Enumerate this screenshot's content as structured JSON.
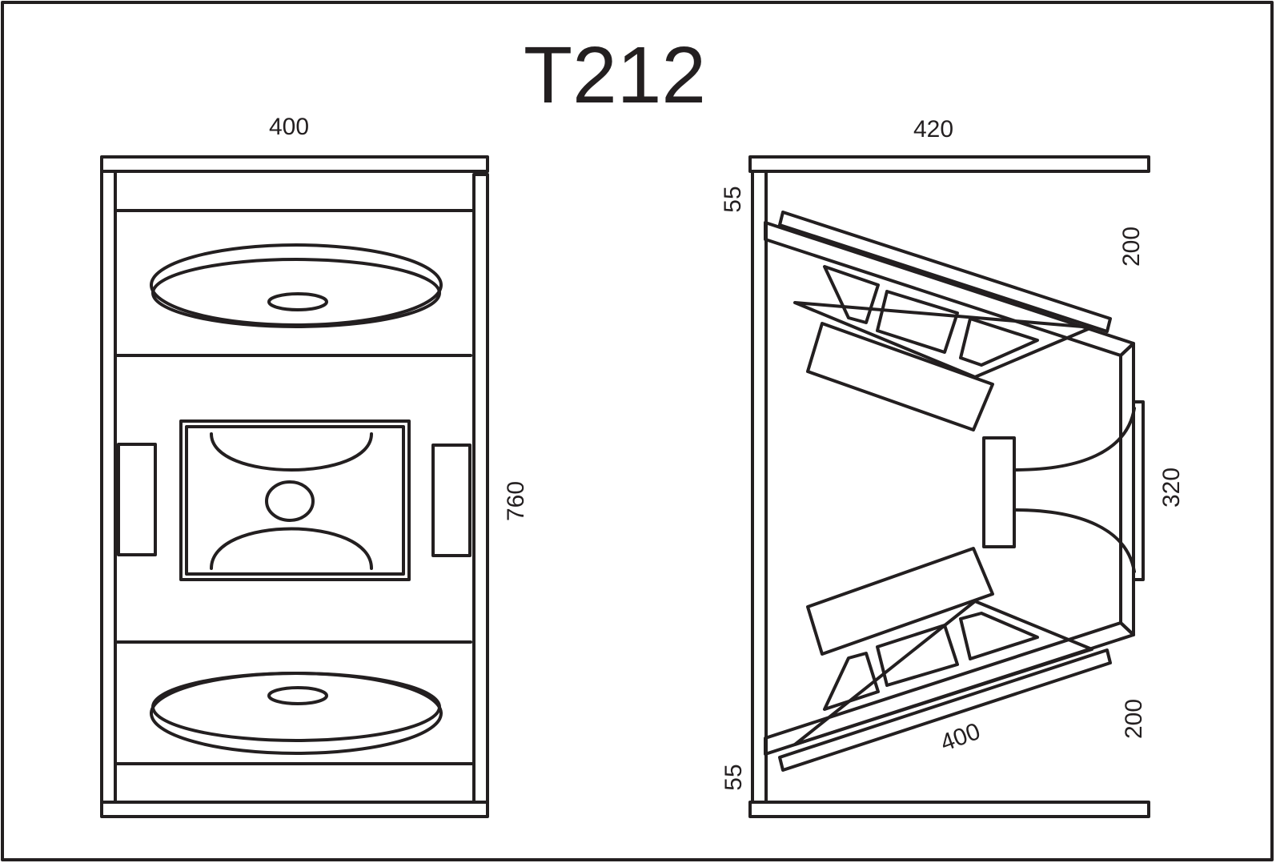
{
  "title": "T212",
  "front_view": {
    "width_label": "400",
    "height_label": "760"
  },
  "side_view": {
    "depth_label": "420",
    "top_offset_label": "55",
    "bottom_offset_label": "55",
    "upper_section_label": "200",
    "lower_section_label": "200",
    "horn_mouth_label": "320",
    "panel_length_label": "400"
  },
  "colors": {
    "stroke": "#231f20",
    "background": "#ffffff"
  }
}
